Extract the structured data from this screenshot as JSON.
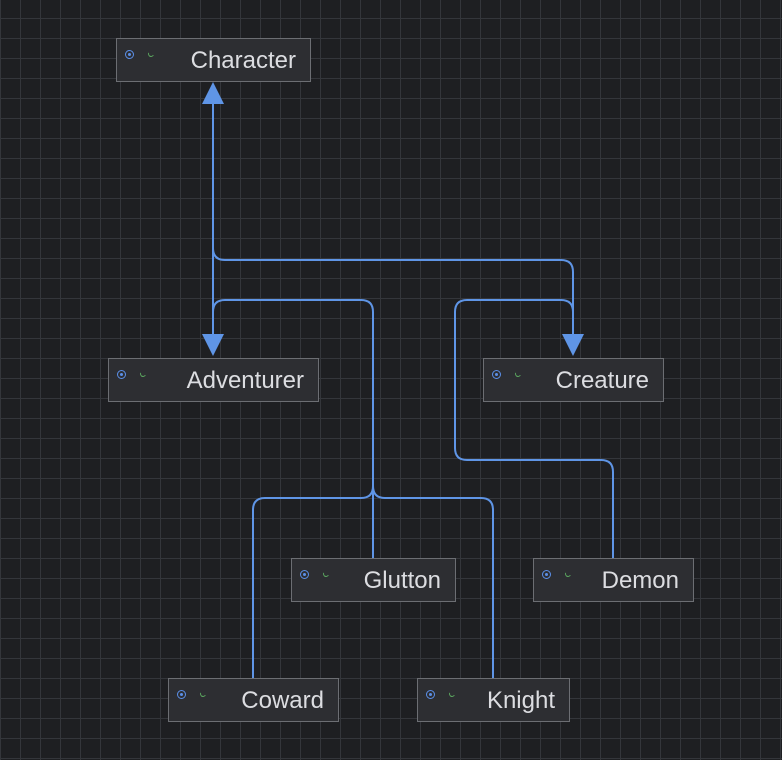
{
  "diagram": {
    "edge_color": "#5f95e6",
    "node_background": "#2d2e32",
    "node_border": "#6c6e73",
    "text_color": "#dcdde1",
    "nodes": {
      "character": {
        "label": "Character",
        "icons": [
          "class-icon",
          "public-icon"
        ]
      },
      "adventurer": {
        "label": "Adventurer",
        "icons": [
          "class-icon",
          "public-icon"
        ]
      },
      "creature": {
        "label": "Creature",
        "icons": [
          "class-icon",
          "public-icon"
        ]
      },
      "glutton": {
        "label": "Glutton",
        "icons": [
          "class-icon",
          "public-icon"
        ]
      },
      "demon": {
        "label": "Demon",
        "icons": [
          "class-icon",
          "public-icon"
        ]
      },
      "coward": {
        "label": "Coward",
        "icons": [
          "class-icon",
          "public-icon"
        ]
      },
      "knight": {
        "label": "Knight",
        "icons": [
          "class-icon",
          "public-icon"
        ]
      }
    },
    "edges": [
      {
        "from": "adventurer",
        "to": "character"
      },
      {
        "from": "creature",
        "to": "character"
      },
      {
        "from": "coward",
        "to": "adventurer"
      },
      {
        "from": "glutton",
        "to": "adventurer"
      },
      {
        "from": "knight",
        "to": "adventurer"
      },
      {
        "from": "demon",
        "to": "creature"
      }
    ]
  }
}
